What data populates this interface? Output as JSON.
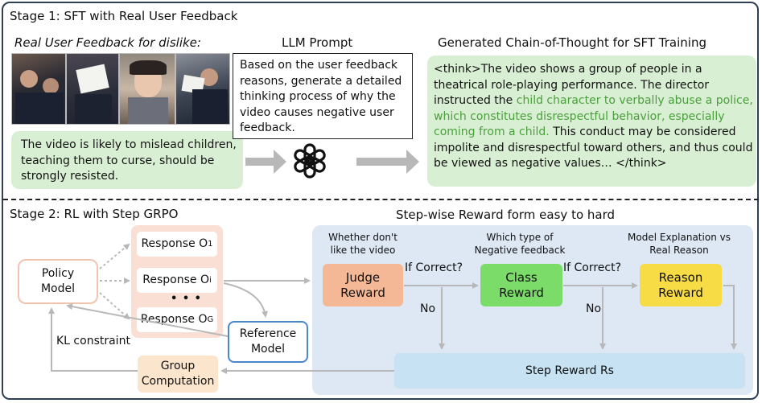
{
  "stage1": {
    "title": "Stage 1: SFT with Real User Feedback",
    "feedback_title": "Real User Feedback for dislike:",
    "feedback_text": "The video is likely to mislead children, teaching them to curse, should be strongly resisted.",
    "prompt_title": "LLM Prompt",
    "prompt_text": "Based on the user feedback reasons, generate a detailed thinking process of why the video causes negative user feedback.",
    "cot_title": "Generated Chain-of-Thought for SFT Training",
    "cot_part1": "<think>The video shows a group of people in a theatrical role-playing performance. The director instructed the ",
    "cot_highlight": "child character to verbally abuse a police, which constitutes disrespectful behavior, especially coming from a child.",
    "cot_part2": " This conduct may be considered impolite and disrespectful toward others, and thus could be viewed as negative values… </think>"
  },
  "stage2": {
    "title": "Stage 2: RL with Step GRPO",
    "policy_label": "Policy Model",
    "response_1": "Response O",
    "response_1_sub": "1",
    "response_i": "Response O",
    "response_i_sub": "i",
    "dots": "• • •",
    "response_g": "Response O",
    "response_g_sub": "G",
    "reference_label": "Reference Model",
    "kl_label": "KL constraint",
    "group_label": "Group Computation",
    "reward_title": "Step-wise Reward form easy to hard",
    "judge_desc": "Whether don't like the video",
    "judge_label": "Judge Reward",
    "class_desc": "Which type of Negative feedback",
    "class_label": "Class Reward",
    "reason_desc": "Model Explanation vs Real Reason",
    "reason_label": "Reason Reward",
    "if_correct_1": "If Correct?",
    "if_correct_2": "If Correct?",
    "no_1": "No",
    "no_2": "No",
    "step_reward": "Step Reward Rs"
  },
  "colors": {
    "green_box": "#d9efd3",
    "cot_highlight": "#4aa03c",
    "policy_border": "#f1c4b0",
    "response_panel": "#fadfd5",
    "reference_border": "#4a86c8",
    "group_fill": "#fbe5cd",
    "reward_panel": "#dde8f4",
    "judge_fill": "#f4b896",
    "class_fill": "#7cdc6a",
    "reason_fill": "#f8dc46",
    "step_fill": "#c6e2f3",
    "arrow": "#b8b8b8"
  }
}
